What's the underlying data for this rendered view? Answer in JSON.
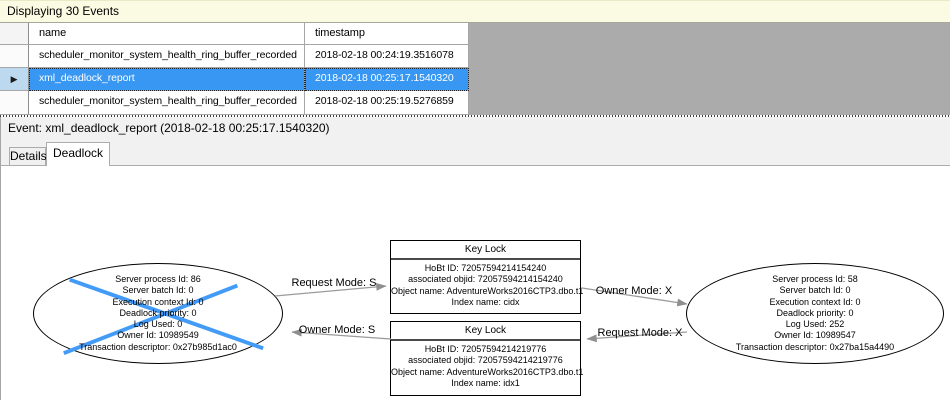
{
  "window": {
    "title_bar": "Displaying 30 Events"
  },
  "events_table": {
    "columns": [
      {
        "label": "name"
      },
      {
        "label": "timestamp"
      }
    ],
    "rows": [
      {
        "name": "scheduler_monitor_system_health_ring_buffer_recorded",
        "timestamp": "2018-02-18 00:24:19.3516078"
      },
      {
        "name": "xml_deadlock_report",
        "timestamp": "2018-02-18 00:25:17.1540320"
      },
      {
        "name": "scheduler_monitor_system_health_ring_buffer_recorded",
        "timestamp": "2018-02-18 00:25:19.5276859"
      }
    ],
    "selected_row_index": 1,
    "current_row_marker": "▶"
  },
  "event_bar": {
    "text": "Event: xml_deadlock_report (2018-02-18 00:25:17.1540320)"
  },
  "tabs": [
    {
      "label": "Details"
    },
    {
      "label": "Deadlock"
    }
  ],
  "active_tab": "Deadlock",
  "deadlock_graph": {
    "process_left": {
      "victim": true,
      "lines": [
        "Server process Id: 86",
        "Server batch Id: 0",
        "Execution context Id: 0",
        "Deadlock priority: 0",
        "Log Used: 0",
        "Owner Id: 10989549",
        "Transaction descriptor: 0x27b985d1ac0"
      ]
    },
    "process_right": {
      "victim": false,
      "lines": [
        "Server process Id: 58",
        "Server batch Id: 0",
        "Execution context Id: 0",
        "Deadlock priority: 0",
        "Log Used: 252",
        "Owner Id: 10989547",
        "Transaction descriptor: 0x27ba15a4490"
      ]
    },
    "resource_top": {
      "title": "Key Lock",
      "lines": [
        "HoBt ID: 72057594214154240",
        "associated objid: 72057594214154240",
        "Object name: AdventureWorks2016CTP3.dbo.t1",
        "Index name: cidx"
      ]
    },
    "resource_bottom": {
      "title": "Key Lock",
      "lines": [
        "HoBt ID: 72057594214219776",
        "associated objid: 72057594214219776",
        "Object name: AdventureWorks2016CTP3.dbo.t1",
        "Index name: idx1"
      ]
    },
    "edge_labels": {
      "request_s": "Request Mode: S",
      "owner_s": "Owner Mode: S",
      "owner_x": "Owner Mode: X",
      "request_x": "Request Mode: X"
    },
    "colors": {
      "victim_cross": "#429bf7",
      "edge_line": "#9b9b9b",
      "node_border": "#000000"
    }
  },
  "colors": {
    "selection_blue": "#3897f2",
    "topbar_bg": "#fbfbe3",
    "grid_empty_bg": "#ababab"
  }
}
